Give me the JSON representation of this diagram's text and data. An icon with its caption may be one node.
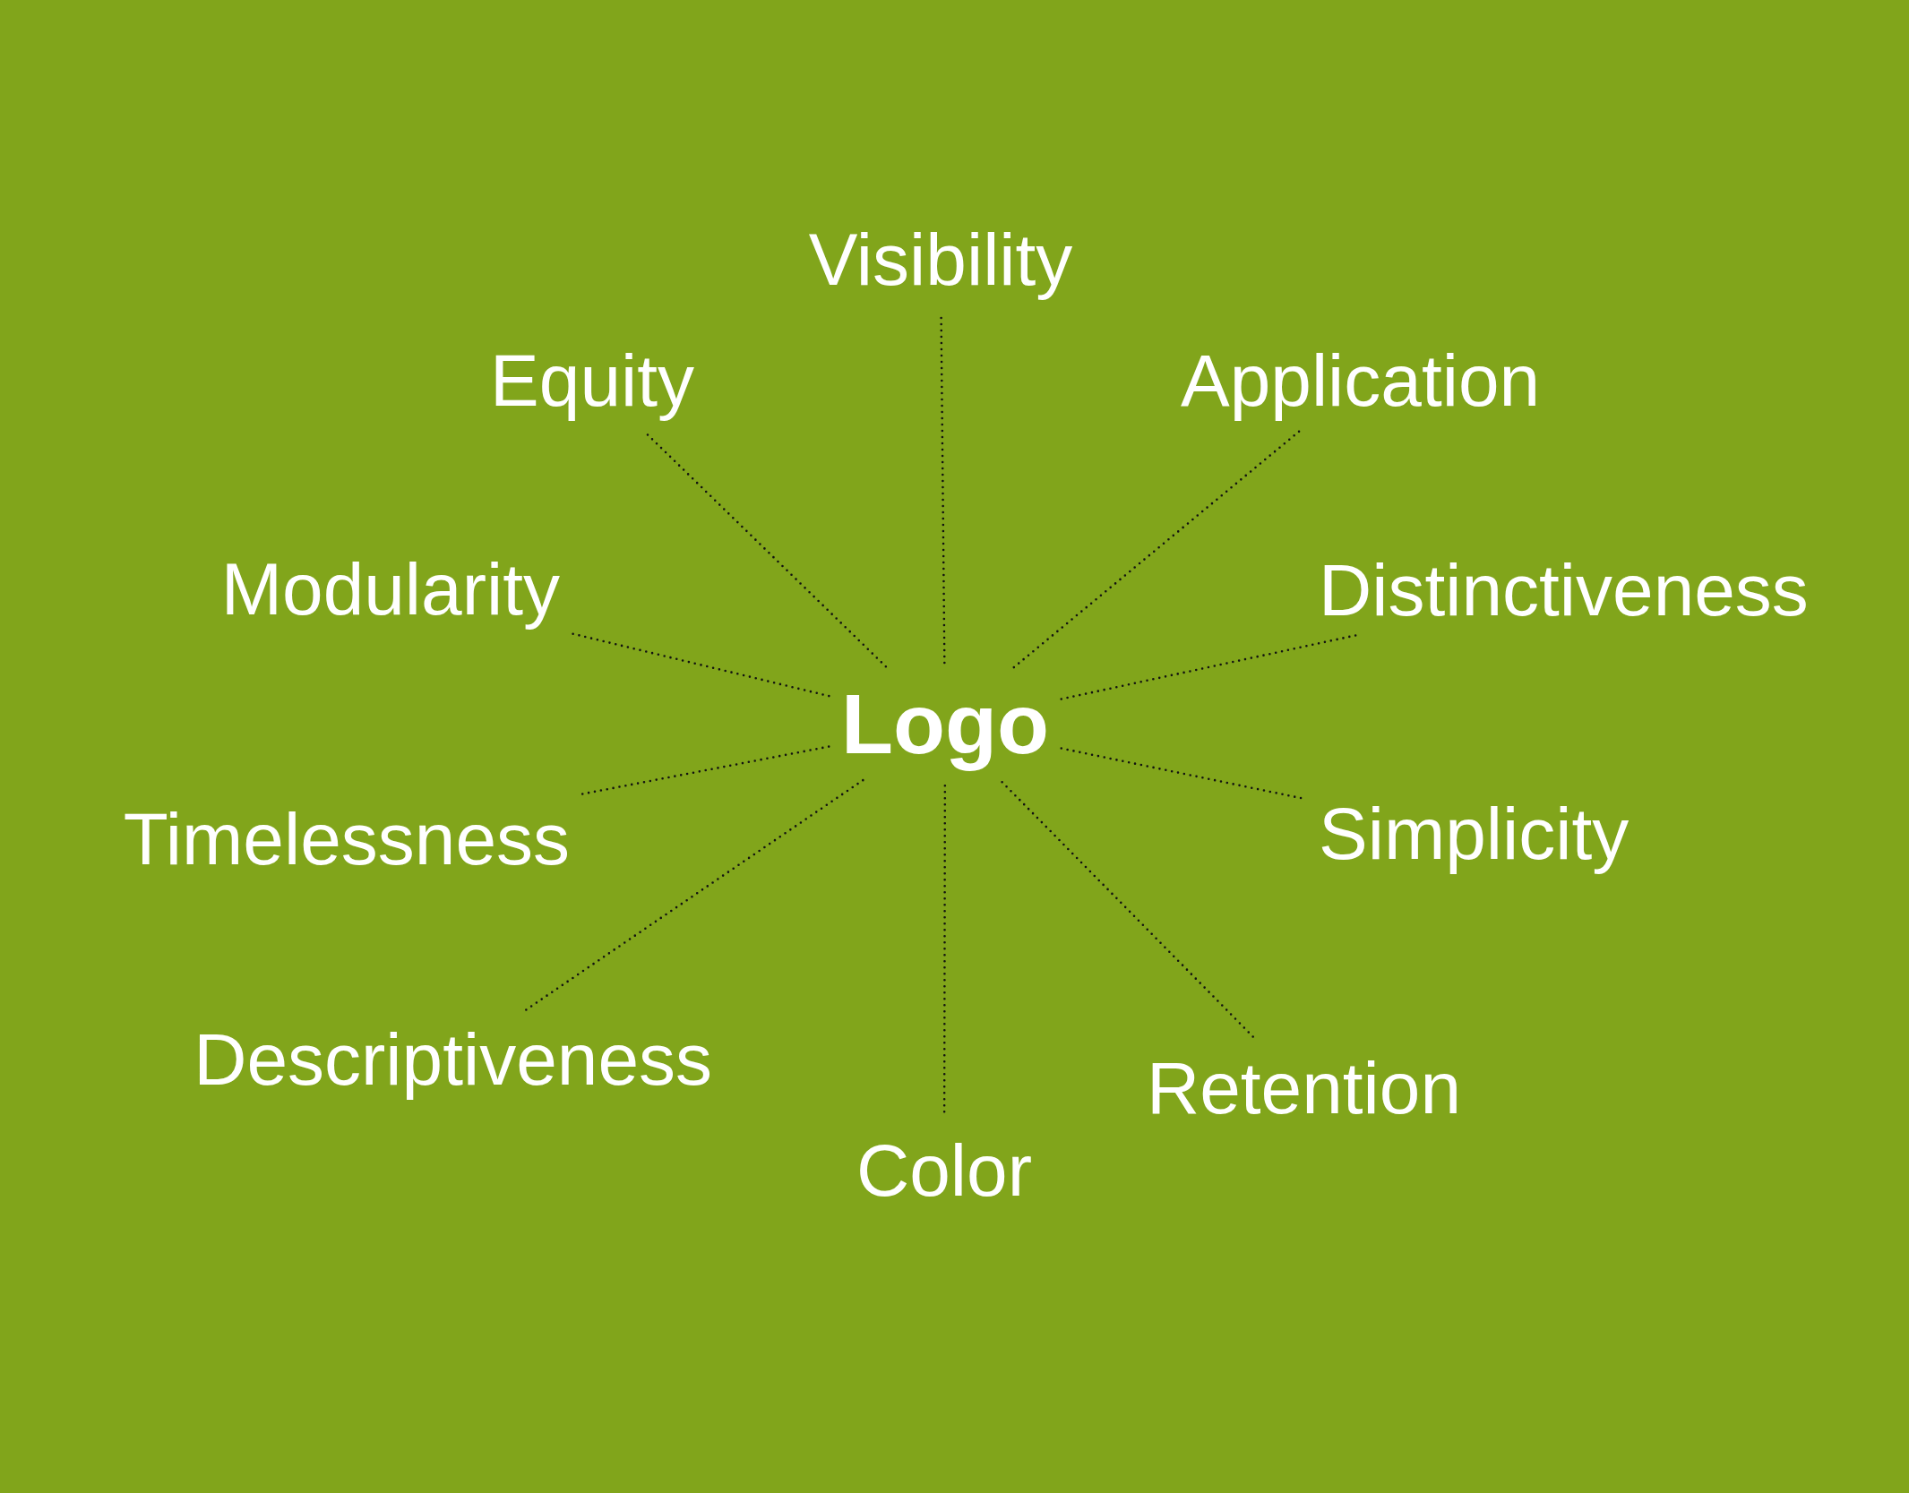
{
  "diagram": {
    "nodes": [
      {
        "text": [
          "Visibility"
        ]
      },
      {
        "text": [
          "Equity"
        ]
      },
      {
        "text": [
          "Application"
        ]
      },
      {
        "text": [
          "Modularity"
        ]
      },
      {
        "text": [
          "Distinctiveness"
        ]
      },
      {
        "text": [
          "Logo"
        ]
      },
      {
        "text": [
          "Timelessness"
        ]
      },
      {
        "text": [
          "Simplicity"
        ]
      },
      {
        "text": [
          "Descriptiveness"
        ]
      },
      {
        "text": [
          "Retention"
        ]
      },
      {
        "text": [
          "Color"
        ]
      }
    ],
    "edges": [
      {
        "from": 5,
        "to": 0,
        "arrow": "none",
        "style": "dashed"
      },
      {
        "from": 5,
        "to": 1,
        "arrow": "none",
        "style": "dashed"
      },
      {
        "from": 5,
        "to": 2,
        "arrow": "none",
        "style": "dashed"
      },
      {
        "from": 5,
        "to": 3,
        "arrow": "none",
        "style": "dashed"
      },
      {
        "from": 5,
        "to": 4,
        "arrow": "none",
        "style": "dashed"
      },
      {
        "from": 5,
        "to": 6,
        "arrow": "none",
        "style": "dashed"
      },
      {
        "from": 5,
        "to": 7,
        "arrow": "none",
        "style": "dashed"
      },
      {
        "from": 5,
        "to": 8,
        "arrow": "none",
        "style": "dashed"
      },
      {
        "from": 5,
        "to": 9,
        "arrow": "none",
        "style": "dashed"
      },
      {
        "from": 5,
        "to": 10,
        "arrow": "none",
        "style": "dashed"
      }
    ]
  }
}
